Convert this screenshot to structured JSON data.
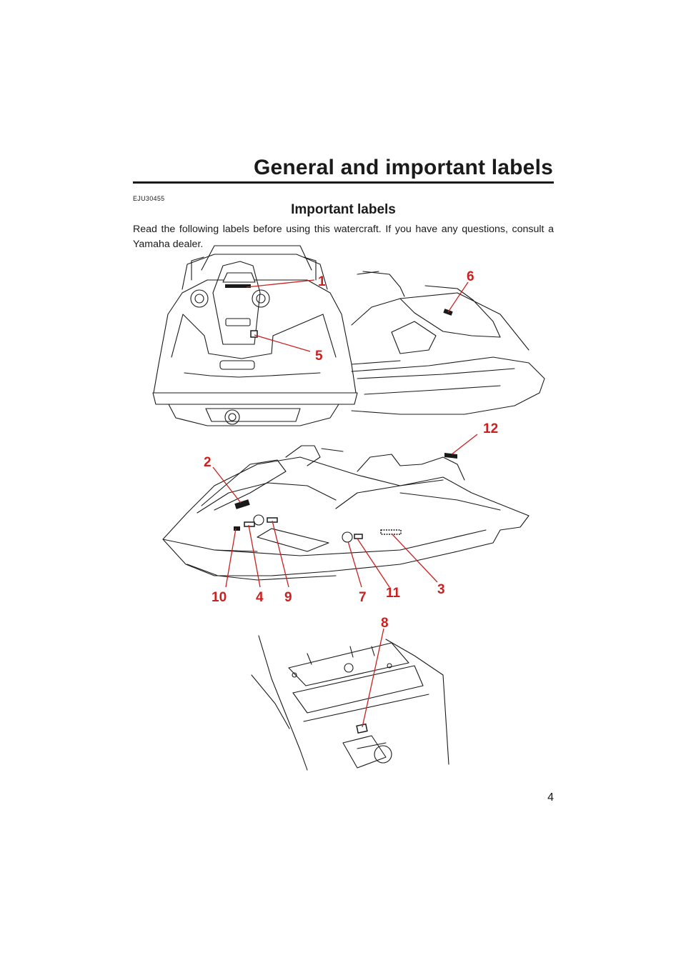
{
  "header": {
    "title": "General and important labels"
  },
  "doc_code": "EJU30455",
  "section": {
    "title": "Important labels"
  },
  "intro": "Read the following labels before using this watercraft. If you have any questions, consult a Yamaha dealer.",
  "callouts": {
    "c1": "1",
    "c2": "2",
    "c3": "3",
    "c4": "4",
    "c5": "5",
    "c6": "6",
    "c7": "7",
    "c8": "8",
    "c9": "9",
    "c10": "10",
    "c11": "11",
    "c12": "12"
  },
  "colors": {
    "callout": "#cc1f1f",
    "ink": "#1a1a1a"
  },
  "page_number": "4"
}
